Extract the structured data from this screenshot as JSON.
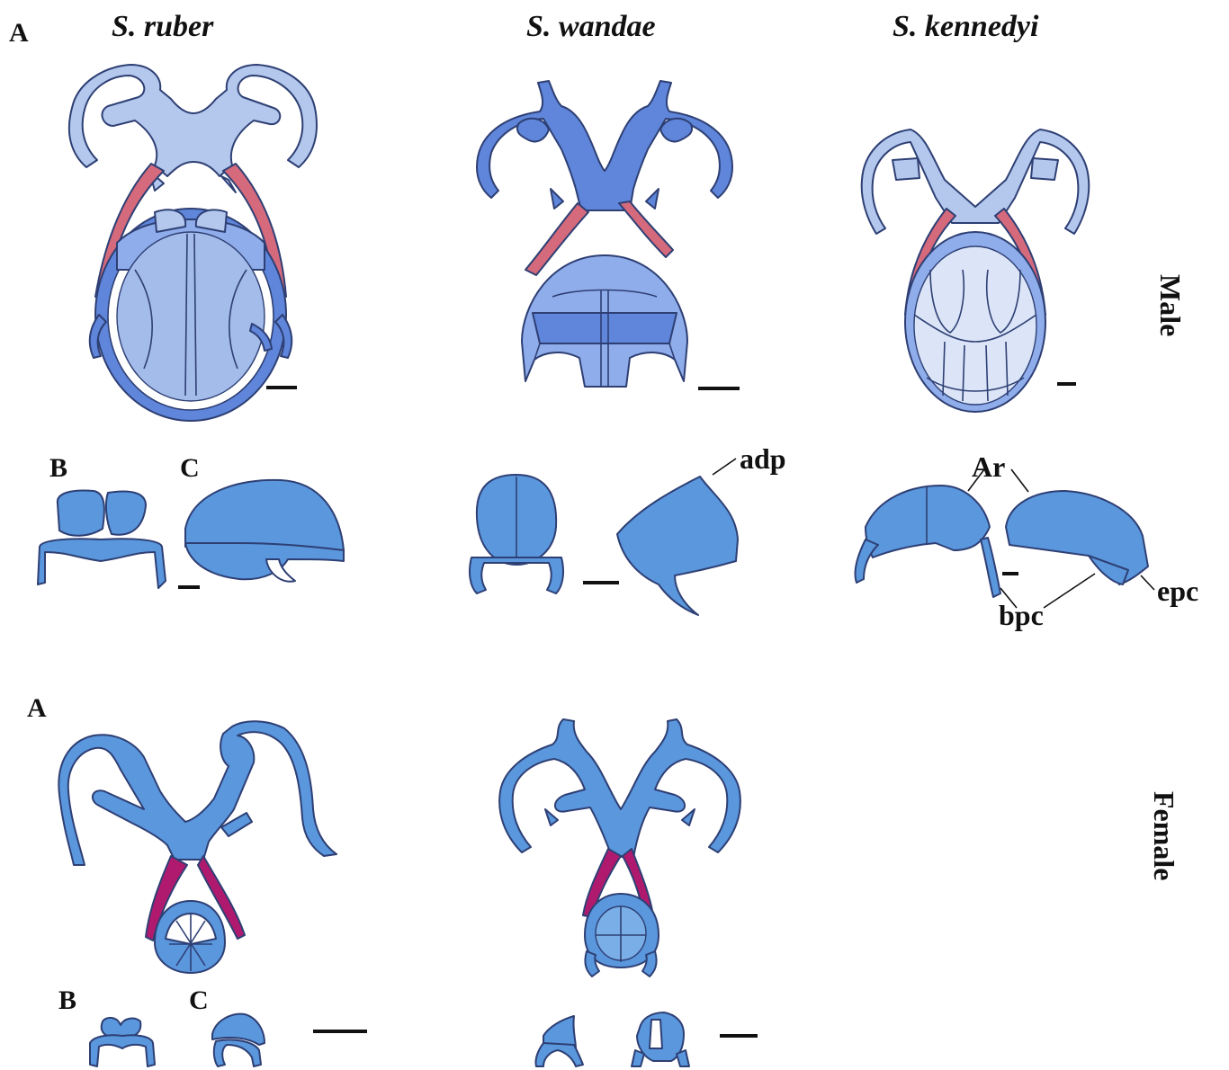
{
  "panel_labels": {
    "male_a": "A",
    "male_b": "B",
    "male_c": "C",
    "female_a": "A",
    "female_b": "B",
    "female_c": "C"
  },
  "species": [
    "S. ruber",
    "S. wandae",
    "S. kennedyi"
  ],
  "sex_labels": {
    "male": "Male",
    "female": "Female"
  },
  "annotations": {
    "adp": "adp",
    "ar": "Ar",
    "bpc": "bpc",
    "epc": "epc"
  },
  "colors": {
    "light_blue": "#b3c8ec",
    "mid_blue": "#8fadea",
    "dark_blue": "#5f86da",
    "bright_blue": "#5a97dd",
    "pink": "#d46a7c",
    "magenta": "#b01a6e",
    "outline": "#2e3f74"
  }
}
